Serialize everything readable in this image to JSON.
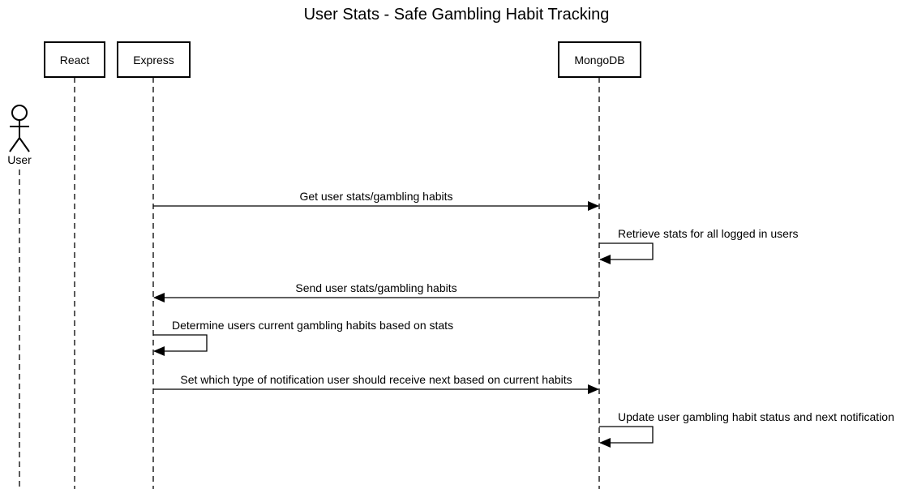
{
  "diagram": {
    "title": "User Stats - Safe Gambling Habit Tracking",
    "actor": {
      "label": "User"
    },
    "participants": [
      {
        "id": "react",
        "label": "React"
      },
      {
        "id": "express",
        "label": "Express"
      },
      {
        "id": "mongodb",
        "label": "MongoDB"
      }
    ],
    "messages": [
      {
        "id": "m1",
        "from": "Express",
        "to": "MongoDB",
        "label": "Get user stats/gambling habits"
      },
      {
        "id": "m2",
        "from": "MongoDB",
        "to": "MongoDB",
        "label": "Retrieve stats for all logged in users"
      },
      {
        "id": "m3",
        "from": "MongoDB",
        "to": "Express",
        "label": "Send user stats/gambling habits"
      },
      {
        "id": "m4",
        "from": "Express",
        "to": "Express",
        "label": "Determine users current gambling habits based on stats"
      },
      {
        "id": "m5",
        "from": "Express",
        "to": "MongoDB",
        "label": "Set which type of notification user should receive next based on current habits"
      },
      {
        "id": "m6",
        "from": "MongoDB",
        "to": "MongoDB",
        "label": "Update user gambling habit status and next notification"
      }
    ]
  }
}
